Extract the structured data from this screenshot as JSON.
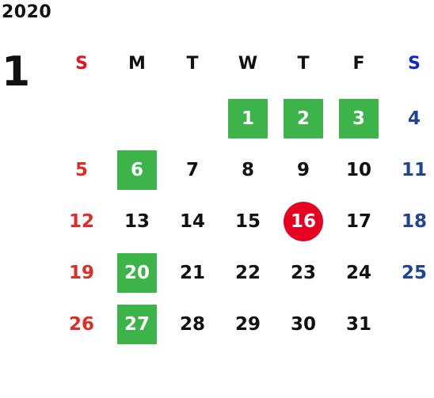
{
  "calendar": {
    "year": "2020",
    "month": "1",
    "weekdays": [
      {
        "label": "S",
        "color": "#e8121d"
      },
      {
        "label": "M",
        "color": "#111111"
      },
      {
        "label": "T",
        "color": "#111111"
      },
      {
        "label": "W",
        "color": "#111111"
      },
      {
        "label": "T",
        "color": "#111111"
      },
      {
        "label": "F",
        "color": "#111111"
      },
      {
        "label": "S",
        "color": "#1327c8"
      }
    ],
    "colors": {
      "sunday": "#de2e23",
      "saturday": "#1f4497",
      "weekday": "#111111",
      "holiday_bg": "#3cb449",
      "today_bg": "#e60022"
    },
    "weeks": [
      [
        null,
        null,
        null,
        {
          "d": "1",
          "mark": "holiday"
        },
        {
          "d": "2",
          "mark": "holiday"
        },
        {
          "d": "3",
          "mark": "holiday"
        },
        {
          "d": "4"
        }
      ],
      [
        {
          "d": "5"
        },
        {
          "d": "6",
          "mark": "holiday"
        },
        {
          "d": "7"
        },
        {
          "d": "8"
        },
        {
          "d": "9"
        },
        {
          "d": "10"
        },
        {
          "d": "11"
        }
      ],
      [
        {
          "d": "12"
        },
        {
          "d": "13"
        },
        {
          "d": "14"
        },
        {
          "d": "15"
        },
        {
          "d": "16",
          "mark": "today"
        },
        {
          "d": "17"
        },
        {
          "d": "18"
        }
      ],
      [
        {
          "d": "19"
        },
        {
          "d": "20",
          "mark": "holiday"
        },
        {
          "d": "21"
        },
        {
          "d": "22"
        },
        {
          "d": "23"
        },
        {
          "d": "24"
        },
        {
          "d": "25"
        }
      ],
      [
        {
          "d": "26"
        },
        {
          "d": "27",
          "mark": "holiday"
        },
        {
          "d": "28"
        },
        {
          "d": "29"
        },
        {
          "d": "30"
        },
        {
          "d": "31"
        },
        null
      ]
    ]
  }
}
